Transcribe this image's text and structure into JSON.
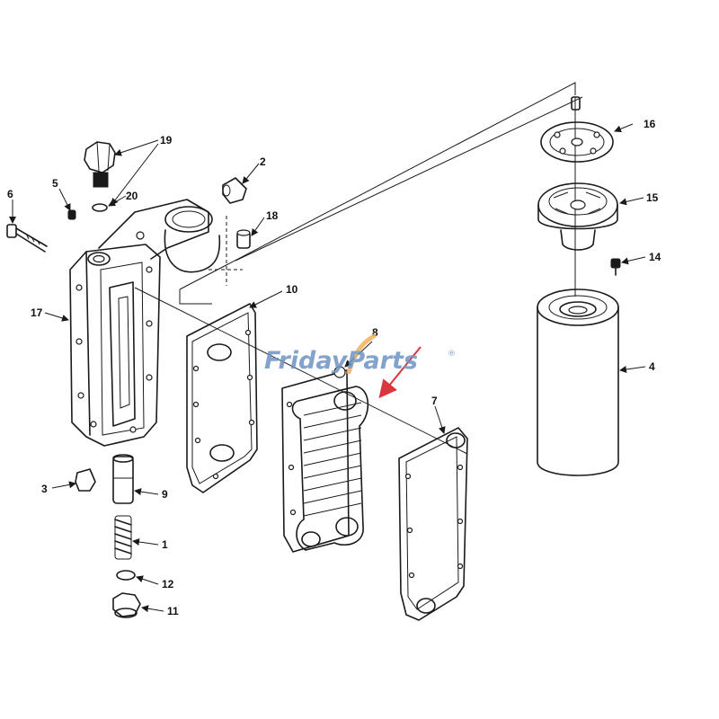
{
  "colors": {
    "line": "#1a1a1a",
    "background": "#ffffff",
    "watermark_text": "#6f93c4",
    "watermark_swoosh": "#f0b25a",
    "arrow": "#d9363e"
  },
  "watermark": {
    "word1": "Friday",
    "word2": "Parts",
    "mark": "®"
  },
  "callouts": {
    "p1": "1",
    "p2": "2",
    "p3": "3",
    "p4": "4",
    "p5": "5",
    "p6": "6",
    "p7": "7",
    "p8": "8",
    "p9": "9",
    "p10": "10",
    "p11": "11",
    "p12": "12",
    "p14": "14",
    "p15": "15",
    "p16": "16",
    "p17": "17",
    "p18": "18",
    "p19": "19",
    "p20": "20"
  }
}
